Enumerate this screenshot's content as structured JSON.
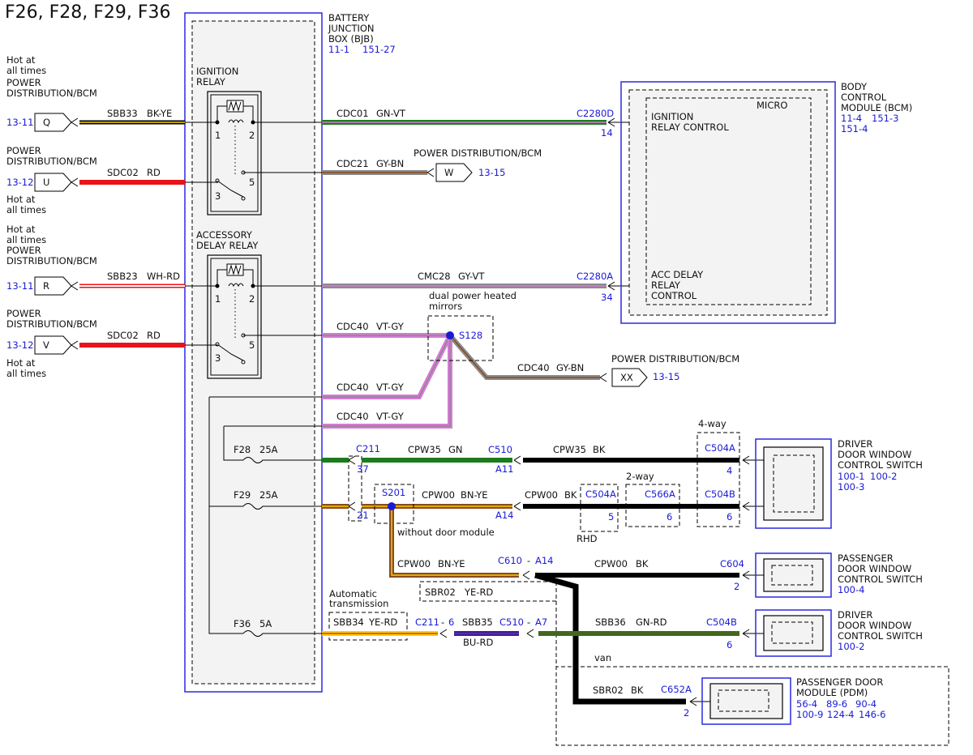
{
  "page": {
    "title": "F26, F28, F29, F36"
  },
  "bjb": {
    "l1": "BATTERY",
    "l2": "JUNCTION",
    "l3": "BOX (BJB)",
    "ref1": "11-1",
    "ref2": "151-27"
  },
  "ign_relay": {
    "l1": "IGNITION",
    "l2": "RELAY"
  },
  "acc_relay": {
    "l1": "ACCESSORY",
    "l2": "DELAY RELAY"
  },
  "relay_pins": {
    "p1": "1",
    "p2": "2",
    "p3": "3",
    "p5": "5"
  },
  "bcm": {
    "l1": "BODY",
    "l2": "CONTROL",
    "l3": "MODULE (BCM)",
    "ref1": "11-4",
    "ref2": "151-3",
    "ref3": "151-4",
    "micro": "MICRO",
    "ign1": "IGNITION",
    "ign2": "RELAY CONTROL",
    "acc1": "ACC DELAY",
    "acc2": "RELAY",
    "acc3": "CONTROL"
  },
  "left": {
    "hot": "Hot at",
    "all_times": "all times",
    "pd1": "POWER",
    "pd2": "DISTRIBUTION/BCM",
    "q": {
      "ref": "13-11",
      "pin": "Q",
      "circuit": "SBB33",
      "color": "BK-YE"
    },
    "u": {
      "ref": "13-12",
      "pin": "U",
      "circuit": "SDC02",
      "color": "RD"
    },
    "r": {
      "ref": "13-11",
      "pin": "R",
      "circuit": "SBB23",
      "color": "WH-RD"
    },
    "v": {
      "ref": "13-12",
      "pin": "V",
      "circuit": "SDC02",
      "color": "RD"
    }
  },
  "wires": {
    "cdc01": {
      "circuit": "CDC01",
      "color": "GN-VT",
      "conn": "C2280D",
      "pin": "14"
    },
    "cdc21": {
      "circuit": "CDC21",
      "color": "GY-BN",
      "label": "POWER DISTRIBUTION/BCM",
      "pin": "W",
      "ref": "13-15"
    },
    "cmc28": {
      "circuit": "CMC28",
      "color": "GY-VT",
      "conn": "C2280A",
      "pin": "34"
    },
    "cdc40": {
      "circuit": "CDC40",
      "color": "VT-GY"
    },
    "cdc40b": {
      "circuit": "CDC40",
      "color": "GY-BN",
      "label": "POWER DISTRIBUTION/BCM",
      "pin": "XX",
      "ref": "13-15"
    },
    "s128": {
      "name": "S128",
      "note1": "dual power heated",
      "note2": "mirrors"
    }
  },
  "fuses": {
    "f28": {
      "name": "F28",
      "rating": "25A"
    },
    "f29": {
      "name": "F29",
      "rating": "25A"
    },
    "f36": {
      "name": "F36",
      "rating": "5A"
    }
  },
  "lower": {
    "c211": "C211",
    "c211_37": "37",
    "c211_21": "21",
    "cpw35": "CPW35",
    "gn": "GN",
    "c510": "C510",
    "a11": "A11",
    "bk": "BK",
    "fourway": "4-way",
    "twoway": "2-way",
    "c504a": "C504A",
    "c504a_pin": "4",
    "c504b": "C504B",
    "c504b_pin": "6",
    "s201": "S201",
    "cpw00": "CPW00",
    "bnye": "BN-YE",
    "a14": "A14",
    "c504a2": "C504A",
    "c504a2_pin": "5",
    "c566a": "C566A",
    "c566a_pin": "6",
    "rhd": "RHD",
    "without": "without door module",
    "c610": "C610",
    "dash": "-",
    "a14b": "A14",
    "c604": "C604",
    "c604_pin": "2",
    "sbr02": "SBR02",
    "yerd": "YE-RD",
    "auto1": "Automatic",
    "auto2": "transmission",
    "sbb34": "SBB34",
    "sbb34c": "YE-RD",
    "c211b": "C211",
    "c211b_pin": "6",
    "sbb35": "SBB35",
    "burd": "BU-RD",
    "c510b": "C510",
    "a7": "A7",
    "sbb36": "SBB36",
    "gnrd": "GN-RD",
    "c504b2": "C504B",
    "c504b2_pin": "6",
    "van": "van",
    "sbr02b": "SBR02",
    "bk2": "BK",
    "c652a": "C652A",
    "c652a_pin": "2"
  },
  "modules": {
    "ddw": {
      "l1": "DRIVER",
      "l2": "DOOR WINDOW",
      "l3": "CONTROL SWITCH",
      "ref1": "100-1",
      "ref2": "100-2",
      "ref3": "100-3"
    },
    "pdw": {
      "l1": "PASSENGER",
      "l2": "DOOR WINDOW",
      "l3": "CONTROL SWITCH",
      "ref1": "100-4"
    },
    "ddw2": {
      "l1": "DRIVER",
      "l2": "DOOR WINDOW",
      "l3": "CONTROL SWITCH",
      "ref1": "100-2"
    },
    "pdm": {
      "l1": "PASSENGER DOOR",
      "l2": "MODULE (PDM)",
      "r1": "56-4",
      "r2": "89-6",
      "r3": "90-4",
      "r4": "100-9",
      "r5": "124-4",
      "r6": "146-6"
    }
  },
  "wire_colors": {
    "black": "#000000",
    "yellow": "#f5d000",
    "red": "#e8141b",
    "green": "#1e7a1e",
    "violet": "#d67ad6",
    "gray": "#8a8a8a",
    "brown": "#8a4b1f",
    "blue": "#2222bb",
    "white": "#ffffff"
  }
}
